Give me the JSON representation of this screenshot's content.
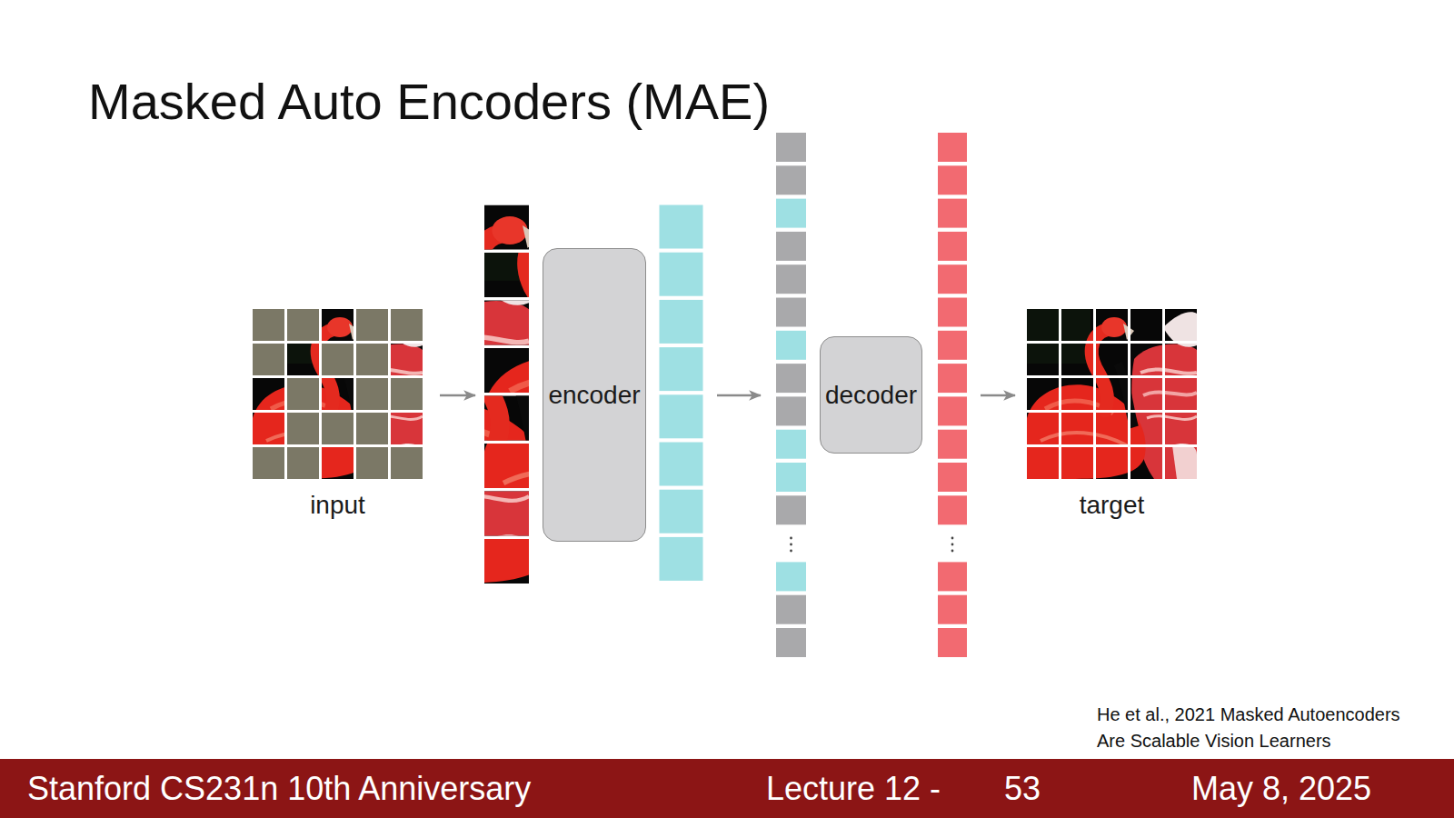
{
  "diagram": {
    "title": "Masked Auto Encoders (MAE)",
    "nodes": [
      {
        "text": [
          "input"
        ]
      },
      {
        "text": [
          "encoder"
        ]
      },
      {
        "text": [
          "decoder"
        ]
      },
      {
        "text": [
          "target"
        ]
      }
    ],
    "edges": [
      {
        "from": 0,
        "to": 1,
        "arrow": "to"
      },
      {
        "from": 1,
        "to": 2,
        "arrow": "to"
      },
      {
        "from": 2,
        "to": 3,
        "arrow": "to"
      }
    ],
    "labels": [
      "He et al., 2021 Masked Autoencoders Are Scalable Vision Learners",
      "Stanford CS231n 10th Anniversary",
      "Lecture 12 -",
      "53",
      "May 8, 2025"
    ]
  }
}
